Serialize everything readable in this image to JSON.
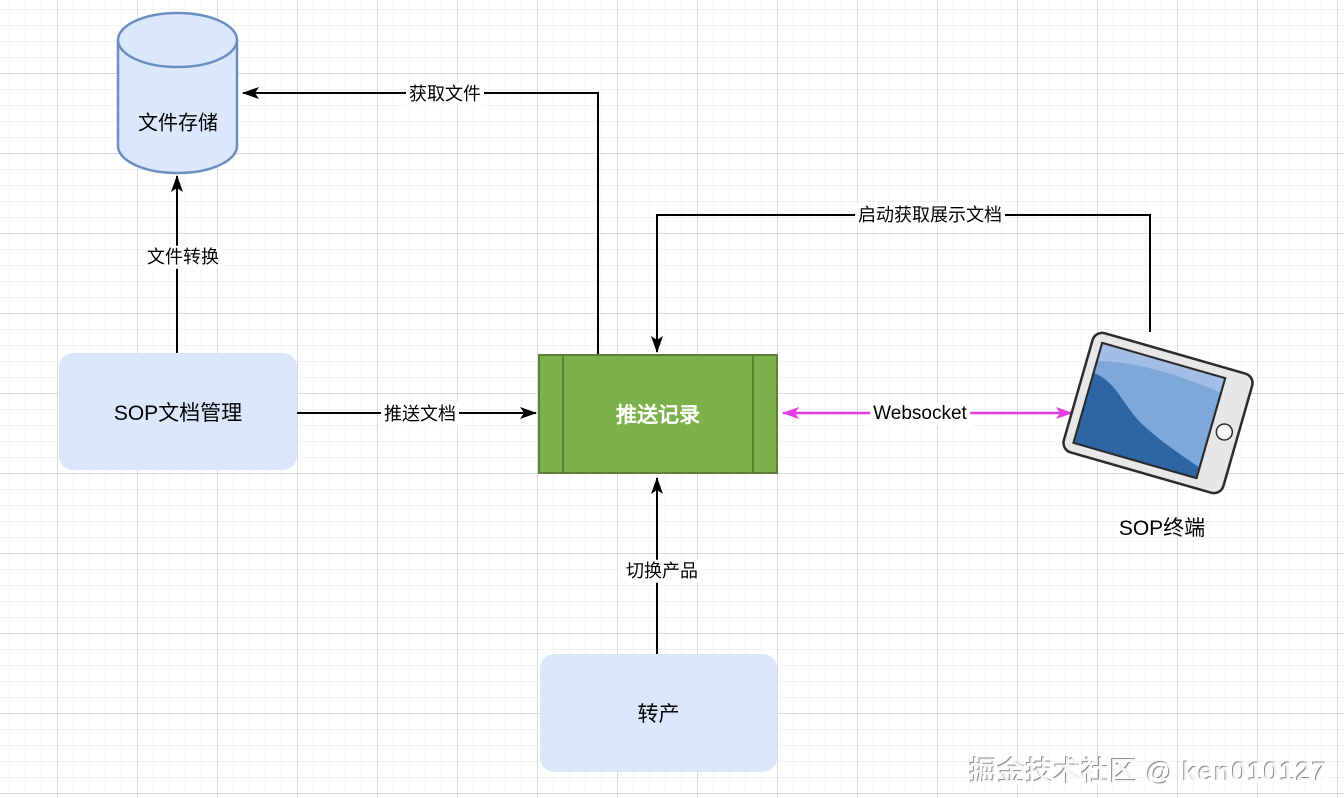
{
  "diagram": {
    "nodes": {
      "file_storage": {
        "label": "文件存储",
        "shape": "cylinder"
      },
      "sop_doc_mgmt": {
        "label": "SOP文档管理",
        "shape": "rounded-rect"
      },
      "push_record": {
        "label": "推送记录",
        "shape": "process"
      },
      "sop_terminal": {
        "label": "SOP终端",
        "shape": "tablet"
      },
      "production_switch": {
        "label": "转产",
        "shape": "rounded-rect"
      }
    },
    "edges": {
      "get_file": {
        "label": "获取文件",
        "from": "push_record",
        "to": "file_storage"
      },
      "file_convert": {
        "label": "文件转换",
        "from": "sop_doc_mgmt",
        "to": "file_storage"
      },
      "push_doc": {
        "label": "推送文档",
        "from": "sop_doc_mgmt",
        "to": "push_record"
      },
      "start_fetch_display_doc": {
        "label": "启动获取展示文档",
        "from": "sop_terminal",
        "to": "push_record"
      },
      "websocket": {
        "label": "Websocket",
        "from": "push_record",
        "to": "sop_terminal",
        "bidirectional": true
      },
      "switch_product": {
        "label": "切换产品",
        "from": "production_switch",
        "to": "push_record"
      }
    },
    "colors": {
      "node_fill_blue": "#dbe8fc",
      "cylinder_fill": "#dbe8fc",
      "cylinder_stroke": "#6c8ebf",
      "process_fill_green": "#7cb04a",
      "process_stroke": "#5c8038",
      "process_text": "#ffffff",
      "edge_black": "#000000",
      "edge_magenta": "#e23ce2",
      "tablet_body": "#e7e7e7",
      "tablet_outline": "#2b2b2b",
      "screen_blue_light": "#7ea8da",
      "screen_blue_dark": "#2e66a5"
    },
    "watermark": "掘金技术社区 @ ken010127"
  }
}
